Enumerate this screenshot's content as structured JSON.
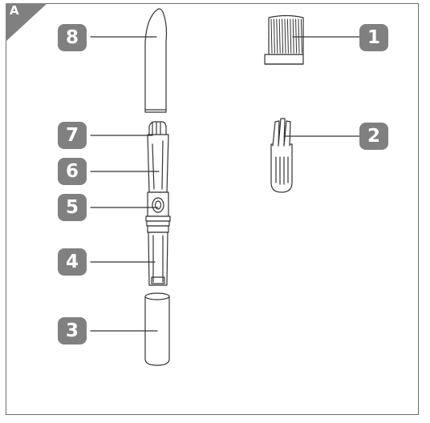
{
  "figure_label": "A",
  "callouts": [
    {
      "id": "callout-1",
      "number": "1"
    },
    {
      "id": "callout-2",
      "number": "2"
    },
    {
      "id": "callout-3",
      "number": "3"
    },
    {
      "id": "callout-4",
      "number": "4"
    },
    {
      "id": "callout-5",
      "number": "5"
    },
    {
      "id": "callout-6",
      "number": "6"
    },
    {
      "id": "callout-7",
      "number": "7"
    },
    {
      "id": "callout-8",
      "number": "8"
    }
  ],
  "colors": {
    "badge": "#808080",
    "badge_text": "#ffffff",
    "stroke": "#333333",
    "frame": "#6f6f6f"
  }
}
